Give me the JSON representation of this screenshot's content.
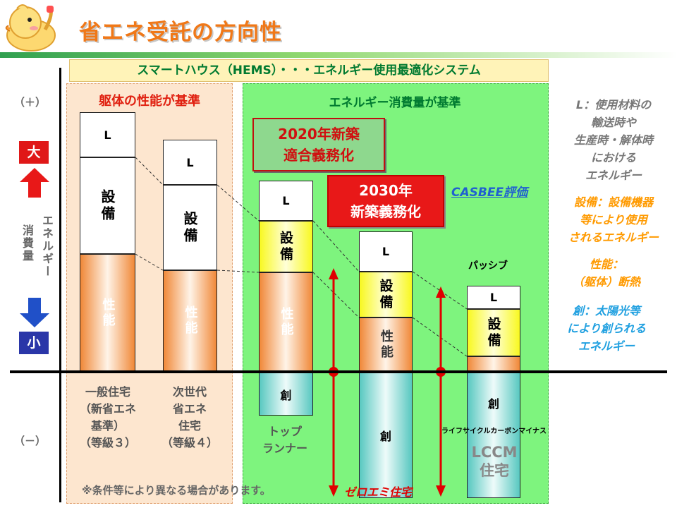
{
  "title": "省エネ受託の方向性",
  "hems": "スマートハウス（HEMS）・・・エネルギー使用最適化システム",
  "left_header": "躯体の性能が基準",
  "green_header": "エネルギー消費量が基準",
  "axis": {
    "plus": "（＋）",
    "minus": "（－）",
    "big": "大",
    "small": "小",
    "ylabel_a": "エネルギー",
    "ylabel_b": "消費量"
  },
  "box_labels": {
    "L": "L",
    "equip": "設備",
    "perf": "性能",
    "gen": "創"
  },
  "mandate_2020": [
    "2020年新築",
    "適合義務化"
  ],
  "mandate_2030": [
    "2030年",
    "新築義務化"
  ],
  "casbee": "CASBEE評価",
  "passive": "パッシブ",
  "categories": {
    "general": [
      "一般住宅",
      "（新省エネ",
      "基準）",
      "（等級３）"
    ],
    "nextgen": [
      "次世代",
      "省エネ",
      "住宅",
      "（等級４）"
    ],
    "toprunner": [
      "トップ",
      "ランナー"
    ],
    "lccm": [
      "LCCM",
      "住宅"
    ]
  },
  "zero_emission": "ゼロエミ住宅",
  "lifecycle": "ライフサイクルカーボンマイナス",
  "note": "※条件等により異なる場合があります。",
  "legend": {
    "L": [
      "L：使用材料の",
      "輸送時や",
      "生産時・解体時",
      "における",
      "エネルギー"
    ],
    "equip": [
      "設備：設備機器",
      "等により使用",
      "されるエネルギー"
    ],
    "perf": [
      "性能：",
      "（躯体）断熱"
    ],
    "gen": [
      "創：太陽光等",
      "により創られる",
      "エネルギー"
    ]
  },
  "colors": {
    "title": "#f07818",
    "green_area": "#7ef47e",
    "left_area": "#fde6cf",
    "red": "#e00000",
    "blue": "#2050c8",
    "legend_gray": "#777777",
    "legend_orange": "#ff9a00",
    "legend_blue": "#20a0e0"
  }
}
